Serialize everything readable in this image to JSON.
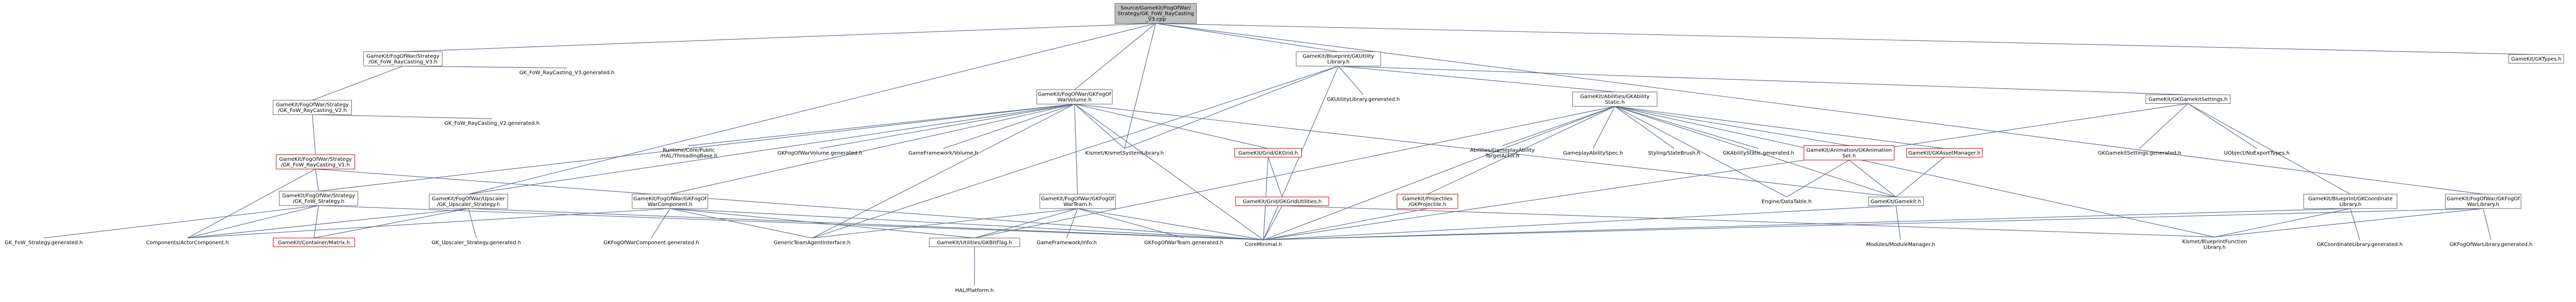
{
  "nodes": [
    {
      "id": "root",
      "style": "root",
      "lines": [
        "Source/GameKit/FogOfWar/",
        "Strategy/GK_FoW_RayCasting",
        "_V3.cpp"
      ]
    },
    {
      "id": "v3h",
      "style": "box",
      "lines": [
        "GameKit/FogOfWar/Strategy",
        "/GK_FoW_RayCasting_V3.h"
      ]
    },
    {
      "id": "v3gen",
      "style": "plain",
      "lines": [
        "GK_FoW_RayCasting_V3.generated.h"
      ]
    },
    {
      "id": "v2h",
      "style": "box",
      "lines": [
        "GameKit/FogOfWar/Strategy",
        "/GK_FoW_RayCasting_V2.h"
      ]
    },
    {
      "id": "v2gen",
      "style": "plain",
      "lines": [
        "GK_FoW_RayCasting_V2.generated.h"
      ]
    },
    {
      "id": "v1h",
      "style": "red",
      "lines": [
        "GameKit/FogOfWar/Strategy",
        "/GK_FoW_RayCasting_V1.h"
      ]
    },
    {
      "id": "strategyh",
      "style": "box",
      "lines": [
        "GameKit/FogOfWar/Strategy",
        "/GK_FoW_Strategy.h"
      ]
    },
    {
      "id": "stratgen",
      "style": "plain",
      "lines": [
        "GK_FoW_Strategy.generated.h"
      ]
    },
    {
      "id": "compactor",
      "style": "plain",
      "lines": [
        "Components/ActorComponent.h"
      ]
    },
    {
      "id": "upscaler",
      "style": "box",
      "lines": [
        "GameKit/FogOfWar/Upscaler",
        "/GK_Upscaler_Strategy.h"
      ]
    },
    {
      "id": "matrix",
      "style": "red",
      "lines": [
        "GameKit/Container/Matrix.h"
      ]
    },
    {
      "id": "upgen",
      "style": "plain",
      "lines": [
        "GK_Upscaler_Strategy.generated.h"
      ]
    },
    {
      "id": "fowcomp",
      "style": "box",
      "lines": [
        "GameKit/FogOfWar/GKFogOf",
        "WarComponent.h"
      ]
    },
    {
      "id": "fowcompgen",
      "style": "plain",
      "lines": [
        "GKFogOfWarComponent.generated.h"
      ]
    },
    {
      "id": "gtai",
      "style": "plain",
      "lines": [
        "GenericTeamAgentInterface.h"
      ]
    },
    {
      "id": "bitflag",
      "style": "box",
      "lines": [
        "GameKit/Utilities/GKBitFlag.h"
      ]
    },
    {
      "id": "hal",
      "style": "plain",
      "lines": [
        "HAL/Platform.h"
      ]
    },
    {
      "id": "fowvol",
      "style": "box",
      "lines": [
        "GameKit/FogOfWar/GKFogOf",
        "WarVolume.h"
      ]
    },
    {
      "id": "threading",
      "style": "plain",
      "lines": [
        "Runtime/Core/Public",
        "/HAL/ThreadingBase.h"
      ]
    },
    {
      "id": "fowvolgen",
      "style": "plain",
      "lines": [
        "GKFogOfWarVolume.generated.h"
      ]
    },
    {
      "id": "gfvol",
      "style": "plain",
      "lines": [
        "GameFramework/Volume.h"
      ]
    },
    {
      "id": "kismetsys",
      "style": "plain",
      "lines": [
        "Kismet/KismetSystemLibrary.h"
      ]
    },
    {
      "id": "fowteam",
      "style": "box",
      "lines": [
        "GameKit/FogOfWar/GKFogOf",
        "WarTeam.h"
      ]
    },
    {
      "id": "gfinfo",
      "style": "plain",
      "lines": [
        "GameFramework/Info.h"
      ]
    },
    {
      "id": "fowteamgen",
      "style": "plain",
      "lines": [
        "GKFogOfWarTeam.generated.h"
      ]
    },
    {
      "id": "grid",
      "style": "red",
      "lines": [
        "GameKit/Grid/GKGrid.h"
      ]
    },
    {
      "id": "gridutil",
      "style": "red",
      "lines": [
        "GameKit/Grid/GKGridUtilities.h"
      ]
    },
    {
      "id": "coreminimal",
      "style": "plain",
      "lines": [
        "CoreMinimal.h"
      ]
    },
    {
      "id": "utillib",
      "style": "box",
      "lines": [
        "GameKit/Blueprint/GKUtility",
        "Library.h"
      ]
    },
    {
      "id": "utilgen",
      "style": "plain",
      "lines": [
        "GKUtilityLibrary.generated.h"
      ]
    },
    {
      "id": "abstatic",
      "style": "box",
      "lines": [
        "GameKit/Abilities/GKAbility",
        "Static.h"
      ]
    },
    {
      "id": "projectiles",
      "style": "red",
      "lines": [
        "GameKit/Projectiles",
        "/GKProjectile.h"
      ]
    },
    {
      "id": "abtarget",
      "style": "plain",
      "lines": [
        "Abilities/GameplayAbility",
        "TargetActor.h"
      ]
    },
    {
      "id": "abspec",
      "style": "plain",
      "lines": [
        "GameplayAbilitySpec.h"
      ]
    },
    {
      "id": "slatebrush",
      "style": "plain",
      "lines": [
        "Styling/SlateBrush.h"
      ]
    },
    {
      "id": "abstaticgen",
      "style": "plain",
      "lines": [
        "GKAbilityStatic.generated.h"
      ]
    },
    {
      "id": "anim",
      "style": "red",
      "lines": [
        "GameKit/Animation/GKAnimation",
        "Set.h"
      ]
    },
    {
      "id": "datatable",
      "style": "plain",
      "lines": [
        "Engine/DataTable.h"
      ]
    },
    {
      "id": "assetmgr",
      "style": "red",
      "lines": [
        "GameKit/GKAssetManager.h"
      ]
    },
    {
      "id": "gamekith",
      "style": "box",
      "lines": [
        "GameKit/Gamekit.h"
      ]
    },
    {
      "id": "modmgr",
      "style": "plain",
      "lines": [
        "Modules/ModuleManager.h"
      ]
    },
    {
      "id": "settings",
      "style": "box",
      "lines": [
        "GameKit/GKGamekitSettings.h"
      ]
    },
    {
      "id": "settingsgen",
      "style": "plain",
      "lines": [
        "GKGamekitSettings.generated.h"
      ]
    },
    {
      "id": "devsettings",
      "style": "plain",
      "lines": [
        "UObject/NoExportTypes.h"
      ]
    },
    {
      "id": "coordlib",
      "style": "box",
      "lines": [
        "GameKit/Blueprint/GKCoordinate",
        "Library.h"
      ]
    },
    {
      "id": "bpfunclib",
      "style": "plain",
      "lines": [
        "Kismet/BlueprintFunction",
        "Library.h"
      ]
    },
    {
      "id": "coordgen",
      "style": "plain",
      "lines": [
        "GKCoordinateLibrary.generated.h"
      ]
    },
    {
      "id": "fowlib",
      "style": "box",
      "lines": [
        "GameKit/FogOfWar/GKFogOf",
        "WarLibrary.h"
      ]
    },
    {
      "id": "fowlibgen",
      "style": "plain",
      "lines": [
        "GKFogOfWarLibrary.generated.h"
      ]
    },
    {
      "id": "types",
      "style": "box",
      "lines": [
        "GameKit/GKTypes.h"
      ]
    }
  ],
  "edges": [
    [
      "root",
      "v3h"
    ],
    [
      "root",
      "fowvol"
    ],
    [
      "root",
      "utillib"
    ],
    [
      "root",
      "types"
    ],
    [
      "root",
      "fowlib"
    ],
    [
      "root",
      "kismetsys"
    ],
    [
      "root",
      "upscaler"
    ],
    [
      "v3h",
      "v3gen"
    ],
    [
      "v3h",
      "v2h"
    ],
    [
      "v2h",
      "v2gen"
    ],
    [
      "v2h",
      "v1h"
    ],
    [
      "v1h",
      "strategyh"
    ],
    [
      "v1h",
      "compactor"
    ],
    [
      "v1h",
      "coreminimal"
    ],
    [
      "strategyh",
      "stratgen"
    ],
    [
      "strategyh",
      "compactor"
    ],
    [
      "strategyh",
      "matrix"
    ],
    [
      "strategyh",
      "coreminimal"
    ],
    [
      "upscaler",
      "upgen"
    ],
    [
      "upscaler",
      "compactor"
    ],
    [
      "upscaler",
      "matrix"
    ],
    [
      "upscaler",
      "coreminimal"
    ],
    [
      "fowcomp",
      "fowcompgen"
    ],
    [
      "fowcomp",
      "gtai"
    ],
    [
      "fowcomp",
      "bitflag"
    ],
    [
      "fowcomp",
      "compactor"
    ],
    [
      "fowcomp",
      "coreminimal"
    ],
    [
      "bitflag",
      "hal"
    ],
    [
      "fowvol",
      "strategyh"
    ],
    [
      "fowvol",
      "upscaler"
    ],
    [
      "fowvol",
      "fowcomp"
    ],
    [
      "fowvol",
      "threading"
    ],
    [
      "fowvol",
      "fowvolgen"
    ],
    [
      "fowvol",
      "gfvol"
    ],
    [
      "fowvol",
      "kismetsys"
    ],
    [
      "fowvol",
      "fowteam"
    ],
    [
      "fowvol",
      "grid"
    ],
    [
      "fowvol",
      "coreminimal"
    ],
    [
      "fowvol",
      "gamekith"
    ],
    [
      "fowvol",
      "gtai"
    ],
    [
      "fowteam",
      "gtai"
    ],
    [
      "fowteam",
      "bitflag"
    ],
    [
      "fowteam",
      "gfinfo"
    ],
    [
      "fowteam",
      "fowteamgen"
    ],
    [
      "fowteam",
      "coreminimal"
    ],
    [
      "grid",
      "gridutil"
    ],
    [
      "grid",
      "coreminimal"
    ],
    [
      "gridutil",
      "coreminimal"
    ],
    [
      "gridutil",
      "bpfunclib"
    ],
    [
      "utillib",
      "utilgen"
    ],
    [
      "utillib",
      "kismetsys"
    ],
    [
      "utillib",
      "abstatic"
    ],
    [
      "utillib",
      "settings"
    ],
    [
      "utillib",
      "coreminimal"
    ],
    [
      "utillib",
      "gtai"
    ],
    [
      "abstatic",
      "projectiles"
    ],
    [
      "abstatic",
      "abtarget"
    ],
    [
      "abstatic",
      "abspec"
    ],
    [
      "abstatic",
      "slatebrush"
    ],
    [
      "abstatic",
      "abstaticgen"
    ],
    [
      "abstatic",
      "anim"
    ],
    [
      "abstatic",
      "assetmgr"
    ],
    [
      "abstatic",
      "datatable"
    ],
    [
      "abstatic",
      "gamekith"
    ],
    [
      "abstatic",
      "bpfunclib"
    ],
    [
      "abstatic",
      "bitflag"
    ],
    [
      "abstatic",
      "coreminimal"
    ],
    [
      "projectiles",
      "coreminimal"
    ],
    [
      "anim",
      "datatable"
    ],
    [
      "anim",
      "gamekith"
    ],
    [
      "assetmgr",
      "gamekith"
    ],
    [
      "gamekith",
      "modmgr"
    ],
    [
      "gamekith",
      "coreminimal"
    ],
    [
      "settings",
      "settingsgen"
    ],
    [
      "settings",
      "devsettings"
    ],
    [
      "settings",
      "coreminimal"
    ],
    [
      "settings",
      "coordlib"
    ],
    [
      "coordlib",
      "bpfunclib"
    ],
    [
      "coordlib",
      "coordgen"
    ],
    [
      "coordlib",
      "coreminimal"
    ],
    [
      "fowlib",
      "bpfunclib"
    ],
    [
      "fowlib",
      "fowlibgen"
    ],
    [
      "fowlib",
      "coreminimal"
    ]
  ]
}
